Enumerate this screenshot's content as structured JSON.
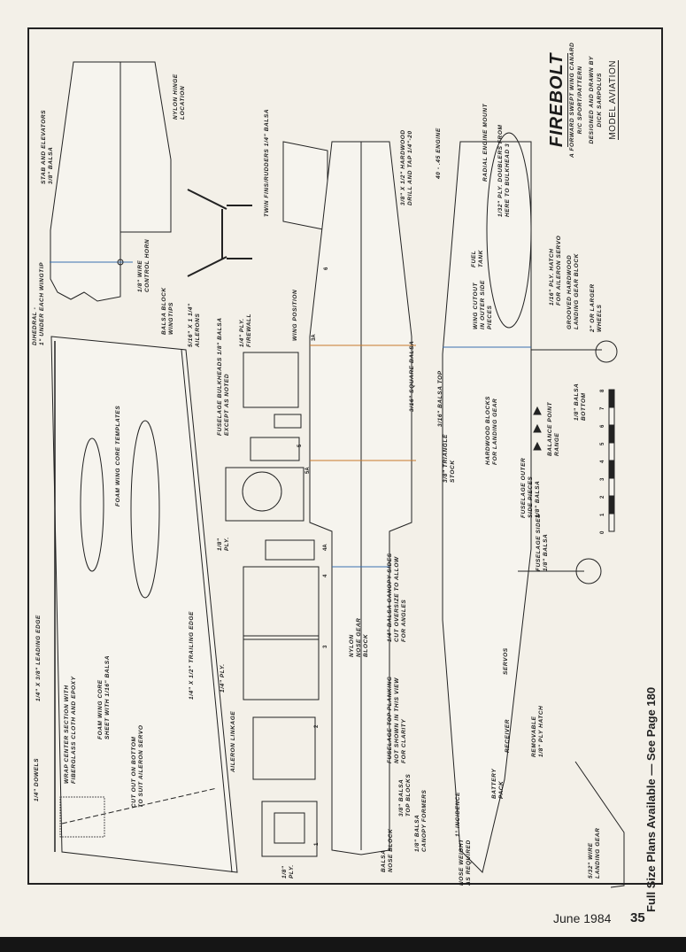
{
  "title_block": {
    "title": "FIREBOLT",
    "subtitle_1": "A FORWARD SWEPT WING CANARD",
    "subtitle_2": "R/C SPORT/PATTERN",
    "credit_1": "DESIGNED AND DRAWN BY",
    "credit_2": "DICK SARPOLUS",
    "publisher": "MODEL AVIATION"
  },
  "labels": {
    "stab": [
      "STAB AND ELEVATORS",
      "3/8\" BALSA"
    ],
    "nylon_hinge": [
      "NYLON HINGE",
      "LOCATION"
    ],
    "twin_fins": [
      "TWIN FINS/RUDDERS  1/4\" BALSA"
    ],
    "dihedral": [
      "DIHEDRAL -",
      "1\" UNDER EACH WINGTIP"
    ],
    "control_horn": [
      "1/8\" WIRE",
      "CONTROL HORN"
    ],
    "wingtips": [
      "BALSA BLOCK",
      "WINGTIPS"
    ],
    "ailerons": [
      "5/16\" X 1 1/4\"",
      "AILERONS"
    ],
    "firewall": [
      "1/4\" PLY.",
      "FIREWALL"
    ],
    "wing_position": [
      "WING POSITION"
    ],
    "bulkheads": [
      "FUSELAGE BULKHEADS 1/8\" BALSA",
      "EXCEPT AS NOTED"
    ],
    "templates": [
      "FOAM WING CORE TEMPLATES"
    ],
    "leading_edge": [
      "1/4\" X 3/8\" LEADING EDGE"
    ],
    "wrap": [
      "WRAP CENTER SECTION WITH",
      "FIBERGLASS CLOTH AND EPOXY"
    ],
    "foam_core": [
      "FOAM WING CORE",
      "SHEET WITH 1/16\" BALSA"
    ],
    "trailing_edge": [
      "1/4\" X 1/2\" TRAILING EDGE"
    ],
    "dowels": [
      "1/4\" DOWELS"
    ],
    "cut_out": [
      "CUT OUT ON BOTTOM",
      "TO SUIT AILERON SERVO"
    ],
    "aileron_linkage": [
      "AILERON LINKAGE"
    ],
    "ply_1_8_a": [
      "1/8\"",
      "PLY."
    ],
    "ply_1_8_b": [
      "1/8\"",
      "PLY."
    ],
    "ply_1_4": [
      "1/4\" PLY."
    ],
    "hardwood": [
      "3/8\" X 1/2\" HARDWOOD",
      "DRILL AND TAP 1/4\"-20"
    ],
    "engine": [
      "40 - .45 ENGINE"
    ],
    "engine_mount": [
      "RADIAL ENGINE MOUNT"
    ],
    "doublers": [
      "1/32\" PLY. DOUBLERS FROM",
      "HERE TO BULKHEAD 3"
    ],
    "fuel_tank": [
      "FUEL",
      "TANK"
    ],
    "wing_cutout": [
      "WING CUTOUT",
      "IN OUTER SIDE",
      "PIECES"
    ],
    "square_balsa": [
      "3/16\" SQUARE BALSA"
    ],
    "balsa_top": [
      "3/16\" BALSA TOP"
    ],
    "triangle": [
      "3/8\" TRIANGLE",
      "STOCK"
    ],
    "gear_blocks": [
      "HARDWOOD BLOCKS",
      "FOR LANDING GEAR"
    ],
    "balance": [
      "BALANCE POINT",
      "RANGE"
    ],
    "balsa_bottom": [
      "1/8\" BALSA",
      "BOTTOM"
    ],
    "outer_sides": [
      "FUSELAGE OUTER",
      "SIDE PIECES",
      "1/8\" BALSA"
    ],
    "fuselage_sides": [
      "FUSELAGE SIDES",
      "1/8\" BALSA"
    ],
    "hatch": [
      "1/16\" PLY. HATCH",
      "FOR AILERON SERVO"
    ],
    "gear_block": [
      "GROOVED  HARDWOOD",
      "LANDING GEAR BLOCK"
    ],
    "wheels": [
      "2\" OR LARGER",
      "WHEELS"
    ],
    "canopy_sides": [
      "1/4\" BALSA CANOPY SIDES",
      "CUT OVERSIZE TO ALLOW",
      "FOR ANGLES"
    ],
    "nose_gear": [
      "NYLON",
      "NOSE GEAR",
      "BLOCK"
    ],
    "planking": [
      "FUSELAGE TOP PLANKING",
      "NOT SHOWN IN THIS VIEW",
      "FOR CLARITY"
    ],
    "top_blocks": [
      "3/8\" BALSA",
      "TOP BLOCKS"
    ],
    "canopy_formers": [
      "1/8\" BALSA",
      "CANOPY FORMERS"
    ],
    "incidence": [
      "1° INCIDENCE"
    ],
    "battery": [
      "BATTERY",
      "PACK"
    ],
    "receiver": [
      "RECEIVER"
    ],
    "servos": [
      "SERVOS"
    ],
    "removable_hatch": [
      "REMOVABLE",
      "1/8\" PLY HATCH"
    ],
    "nose_weight": [
      "NOSE WEIGHT",
      "AS REQUIRED"
    ],
    "nose_block": [
      "BALSA",
      "NOSE BLOCK"
    ],
    "landing_gear": [
      "5/32\" WIRE",
      "LANDING GEAR"
    ]
  },
  "bulkhead_numbers": [
    "1",
    "2",
    "3",
    "4",
    "4A",
    "5",
    "5A",
    "3A",
    "6"
  ],
  "scale_ruler": [
    "0",
    "1",
    "2",
    "3",
    "4",
    "5",
    "6",
    "7",
    "8"
  ],
  "plans_note": "Full Size Plans Available — See Page 180",
  "footer": {
    "date": "June 1984",
    "page": "35"
  },
  "colors": {
    "paper": "#f3f0e8",
    "ink": "#1a1a1a",
    "blue_line": "#3a6fb0",
    "orange_line": "#c8782a"
  }
}
